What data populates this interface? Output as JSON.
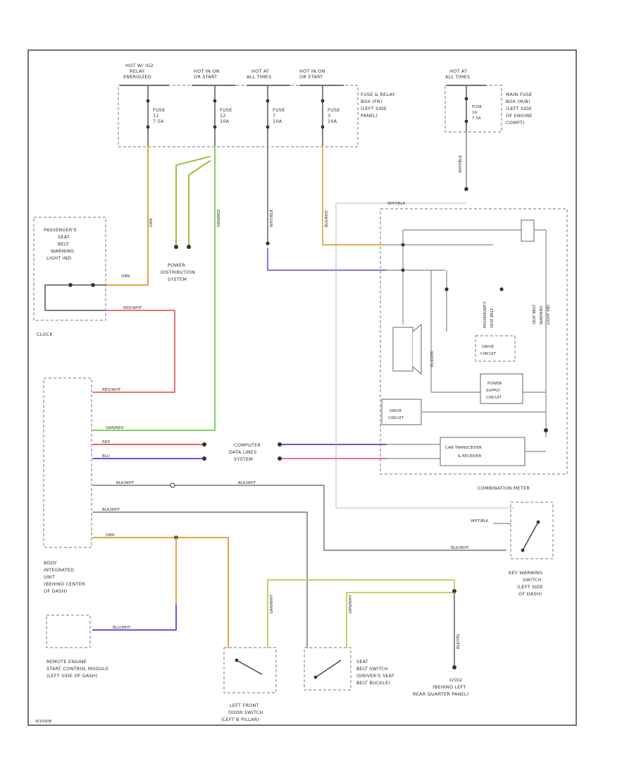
{
  "relay_boxes": [
    {
      "hot": "HOT W/ IG2",
      "sub": "RELAY",
      "sub2": "ENERGIZED"
    },
    {
      "hot": "HOT IN ON",
      "sub": "OR START"
    },
    {
      "hot": "HOT AT",
      "sub": "ALL TIMES"
    },
    {
      "hot": "HOT IN ON",
      "sub": "OR START"
    }
  ],
  "fuses": [
    {
      "name": "FUSE",
      "num": "11",
      "amp": "7.5A"
    },
    {
      "name": "FUSE",
      "num": "12",
      "amp": "10A"
    },
    {
      "name": "FUSE",
      "num": "7",
      "amp": "10A"
    },
    {
      "name": "FUSE",
      "num": "3",
      "amp": "10A"
    }
  ],
  "fuse_box_label": [
    "FUSE & RELAY",
    "BOX (FR)",
    "(LEFT SIDE",
    "PANEL)"
  ],
  "main_fuse": {
    "hot": "HOT AT",
    "sub": "ALL TIMES",
    "name": "FUSE",
    "num": "14",
    "amp": "7.5A"
  },
  "main_fuse_label": [
    "MAIN FUSE",
    "BOX (M/B)",
    "(LEFT SIDE",
    "OF ENGINE",
    "COMPT)"
  ],
  "power_distribution": [
    "POWER",
    "DISTRIBUTION",
    "SYSTEM"
  ],
  "passenger_light": [
    "PASSENGER'S",
    "SEAT",
    "BELT",
    "WARNING",
    "LIGHT IND"
  ],
  "clock_label": "CLOCK",
  "wire_colors": {
    "orn": "ORN",
    "orn2": "ORN",
    "red_wht": "RED/WHT",
    "red_wht2": "RED/WHT",
    "grn_red": "GRN/RED",
    "red": "RED",
    "blu": "BLU",
    "blk_wht": "BLK/WHT",
    "blk_wht2": "BLK/WHT",
    "blk_wht3": "BLK/WHT",
    "blk_wht4": "BLK/WHT",
    "wht_blk": "WHT/BLK",
    "wht_blk2": "WHT/BLK",
    "grn_wht": "GRN/WHT",
    "blu_wht": "BLU/WHT",
    "grn_wht_v": "GRN/WHT",
    "blk_red": "BLK/RED",
    "blk_yel": "BLK/YEL"
  },
  "body_unit": [
    "BODY",
    "INTEGRATED",
    "UNIT",
    "(BEHIND CENTER",
    "OF DASH)"
  ],
  "computer_data": [
    "COMPUTER",
    "DATA LINES",
    "SYSTEM"
  ],
  "combination_meter": "COMBINATION METER",
  "meter_parts": {
    "drive1": "DRIVE",
    "drive2": "CIRCUIT",
    "power_supply": [
      "POWER",
      "SUPPLY",
      "CIRCUIT"
    ],
    "can": "CAN TRANSCEIVER",
    "can2": "& RECEIVER",
    "seat_belt_warn": [
      "SEAT BELT",
      "WARNING",
      "LIGHT IND"
    ],
    "pass_seat_belt": [
      "PASSENGER'S",
      "SEAT BELT"
    ],
    "buzzer": "BUZZER"
  },
  "key_warning": [
    "KEY WARNING",
    "SWITCH",
    "(LEFT SIDE",
    "OF DASH)"
  ],
  "remote_engine": [
    "REMOTE ENGINE",
    "START CONTROL MODULE",
    "(LEFT SIDE OF DASH)"
  ],
  "left_door": [
    "LEFT FRONT",
    "DOOR SWITCH",
    "(LEFT B PILLAR)"
  ],
  "seat_belt_switch": [
    "SEAT",
    "BELT SWITCH",
    "(DRIVER'S SEAT",
    "BELT BUCKLE)"
  ],
  "ground": [
    "G502",
    "(BEHIND LEFT",
    "REAR QUARTER PANEL)"
  ],
  "footer_code": "W1000B"
}
